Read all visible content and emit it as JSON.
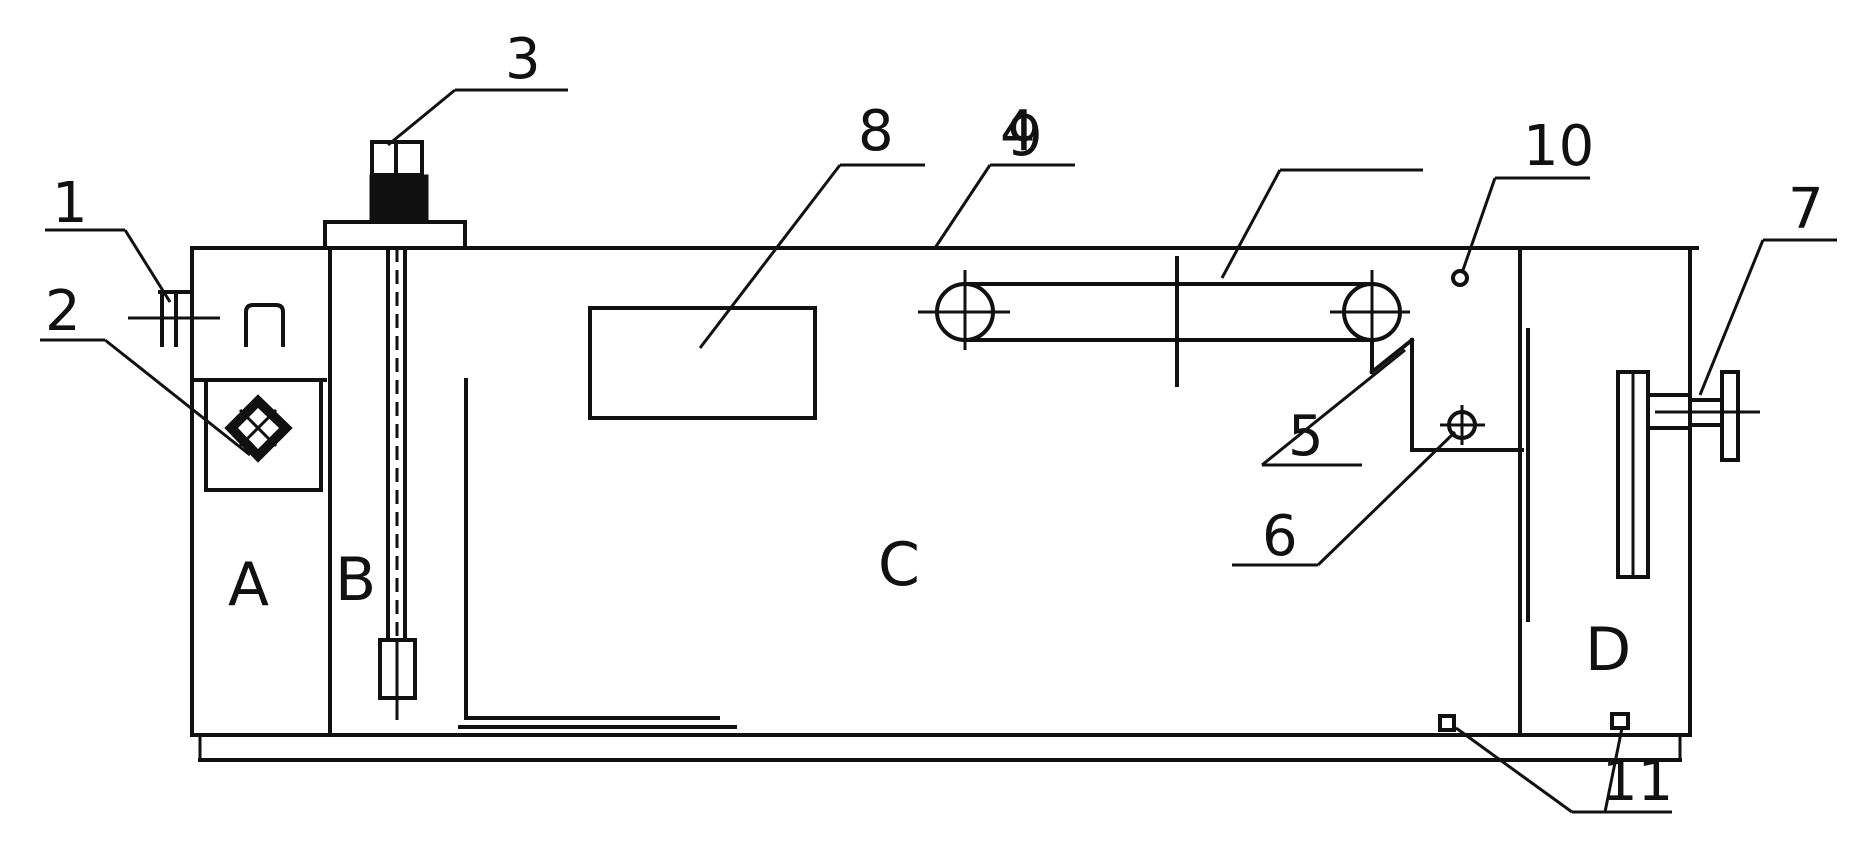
{
  "diagram": {
    "regions": {
      "A": "A",
      "B": "B",
      "C": "C",
      "D": "D"
    },
    "labels": {
      "l1": "1",
      "l2": "2",
      "l3": "3",
      "l4": "4",
      "l5": "5",
      "l6": "6",
      "l7": "7",
      "l8": "8",
      "l9": "9",
      "l10": "10",
      "l11": "11"
    }
  }
}
